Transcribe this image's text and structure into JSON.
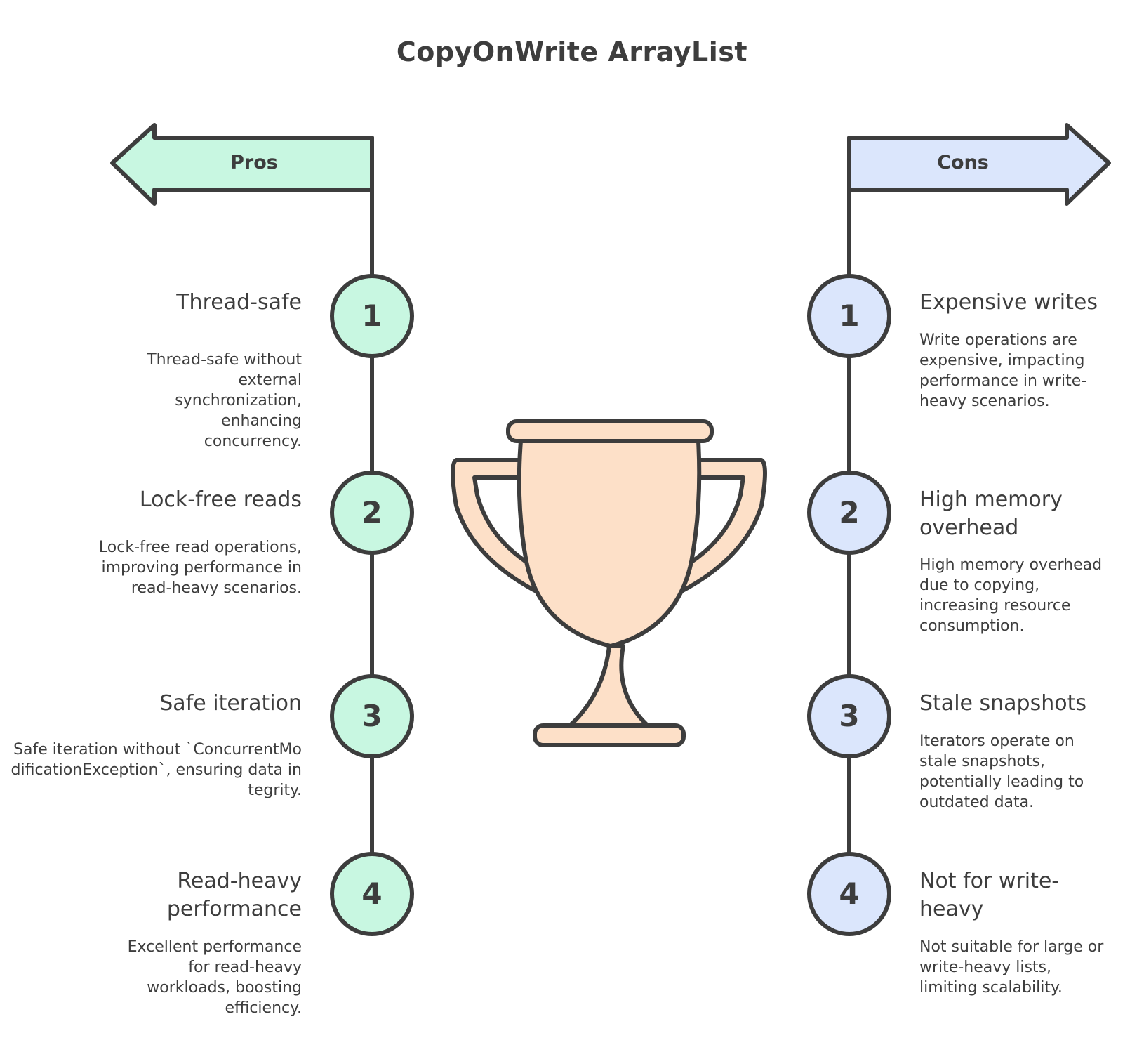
{
  "title": "CopyOnWrite ArrayList",
  "pros": {
    "label": "Pros",
    "items": [
      {
        "number": "1",
        "title": "Thread-safe",
        "description": "Thread-safe without external synchronization, enhancing concurrency."
      },
      {
        "number": "2",
        "title": "Lock-free reads",
        "description": "Lock-free read operations, improving performance in read-heavy scenarios."
      },
      {
        "number": "3",
        "title": "Safe iteration",
        "description": "Safe iteration without `ConcurrentModificationException`, ensuring data integrity."
      },
      {
        "number": "4",
        "title": "Read-heavy performance",
        "description": "Excellent performance for read-heavy workloads, boosting efficiency."
      }
    ]
  },
  "cons": {
    "label": "Cons",
    "items": [
      {
        "number": "1",
        "title": "Expensive writes",
        "description": "Write operations are expensive, impacting performance in write-heavy scenarios."
      },
      {
        "number": "2",
        "title": "High memory overhead",
        "description": "High memory overhead due to copying, increasing resource consumption."
      },
      {
        "number": "3",
        "title": "Stale snapshots",
        "description": "Iterators operate on stale snapshots, potentially leading to outdated data."
      },
      {
        "number": "4",
        "title": "Not for write-heavy",
        "description": "Not suitable for large or write-heavy lists, limiting scalability."
      }
    ]
  },
  "colors": {
    "pros_fill": "#c8f7e1",
    "cons_fill": "#dbe6fc",
    "trophy_fill": "#fde0c8",
    "stroke": "#3d3d3d"
  },
  "icons": {
    "center": "trophy-icon"
  }
}
